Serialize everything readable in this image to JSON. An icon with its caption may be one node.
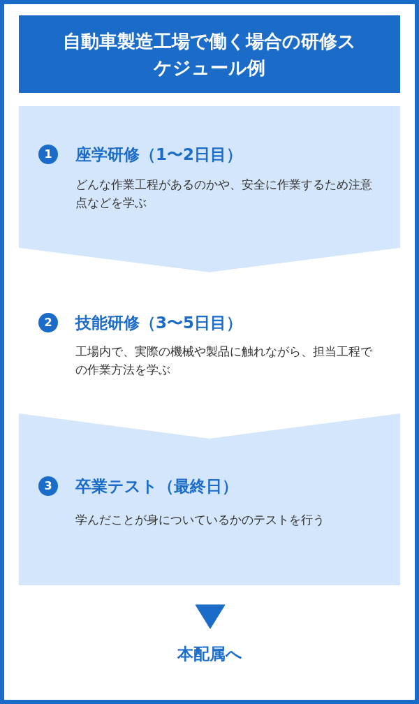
{
  "diagram": {
    "title": "自動車製造工場で働く場合の研修スケジュール例",
    "nodes": [
      {
        "text": [
          "座学研修（1〜2日目）",
          "どんな作業工程があるのかや、安全に作業するため注意点などを学ぶ"
        ]
      },
      {
        "text": [
          "1"
        ],
        "in": 0
      },
      {
        "text": [
          "技能研修（3〜5日目）",
          "工場内で、実際の機械や製品に触れながら、担当工程での作業方法を学ぶ"
        ]
      },
      {
        "text": [
          "2"
        ],
        "in": 2
      },
      {
        "text": [
          "卒業テスト（最終日）",
          "学んだことが身についているかのテストを行う"
        ]
      },
      {
        "text": [
          "3"
        ],
        "in": 4
      },
      {
        "text": [
          "本配属へ"
        ]
      }
    ],
    "edges": [
      {
        "from": 4,
        "to": 6,
        "arrow": "to"
      }
    ]
  }
}
